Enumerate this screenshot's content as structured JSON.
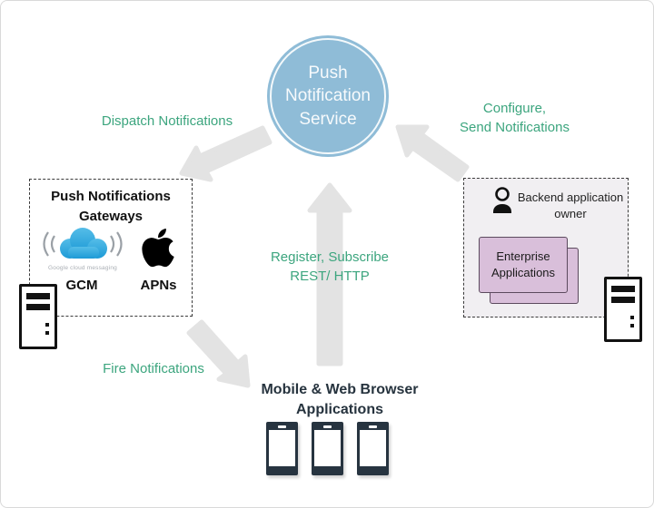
{
  "colors": {
    "accent_green": "#3ca57e",
    "circle_fill": "#8fbcd7",
    "arrow_gray": "#e3e3e3",
    "card_purple": "#d9bfda",
    "dark_slate": "#273440",
    "cloud_blue": "#2aa9e0"
  },
  "center": {
    "label": "Push\nNotification\nService"
  },
  "flows": {
    "dispatch": "Dispatch Notifications",
    "configure": "Configure,\nSend Notifications",
    "register": "Register, Subscribe\nREST/ HTTP",
    "fire": "Fire Notifications"
  },
  "gateways": {
    "title": "Push Notifications\nGateways",
    "gcm_sub": "Google cloud messaging",
    "gcm_label": "GCM",
    "apns_label": "APNs"
  },
  "backend": {
    "owner_label": "Backend application\nowner",
    "app_card": "Enterprise\nApplications"
  },
  "mobile": {
    "title": "Mobile & Web Browser\nApplications"
  }
}
